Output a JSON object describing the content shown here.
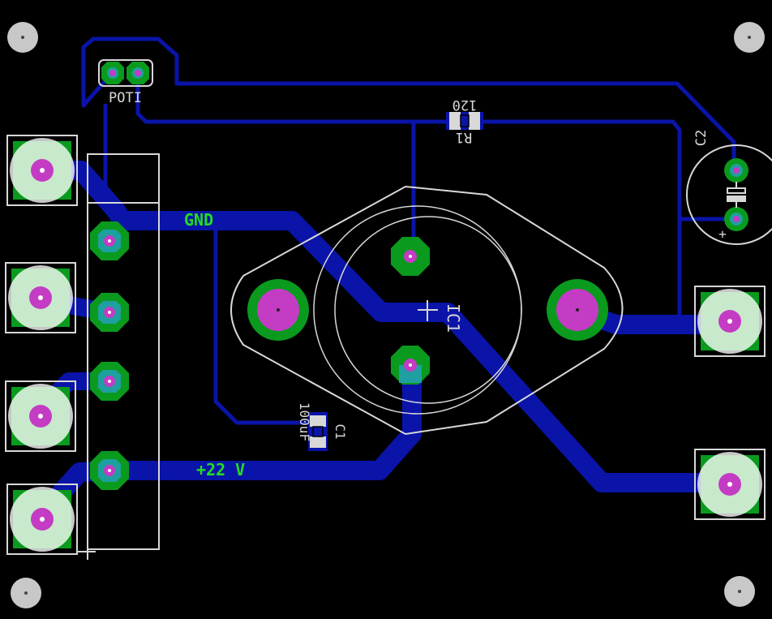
{
  "board": {
    "background": "#000000",
    "colors": {
      "trace": "#0a14a8",
      "pad_copper": "#0a9a1e",
      "pad_drill": "#c43cc4",
      "pad_overlap": "#1ea0a0",
      "silkscreen": "#d8d8d8",
      "net_label": "#22dd22",
      "mount_hole": "#c8c8c8"
    },
    "labels": {
      "poti": "POTI",
      "r1_value": "120",
      "r1_name": "R1",
      "c2_name": "C2",
      "c2_polarity": "+",
      "ic1_name": "IC1",
      "c1_value": "100uF",
      "c1_name": "C1",
      "gnd": "GND",
      "v22": "+22 V"
    }
  }
}
